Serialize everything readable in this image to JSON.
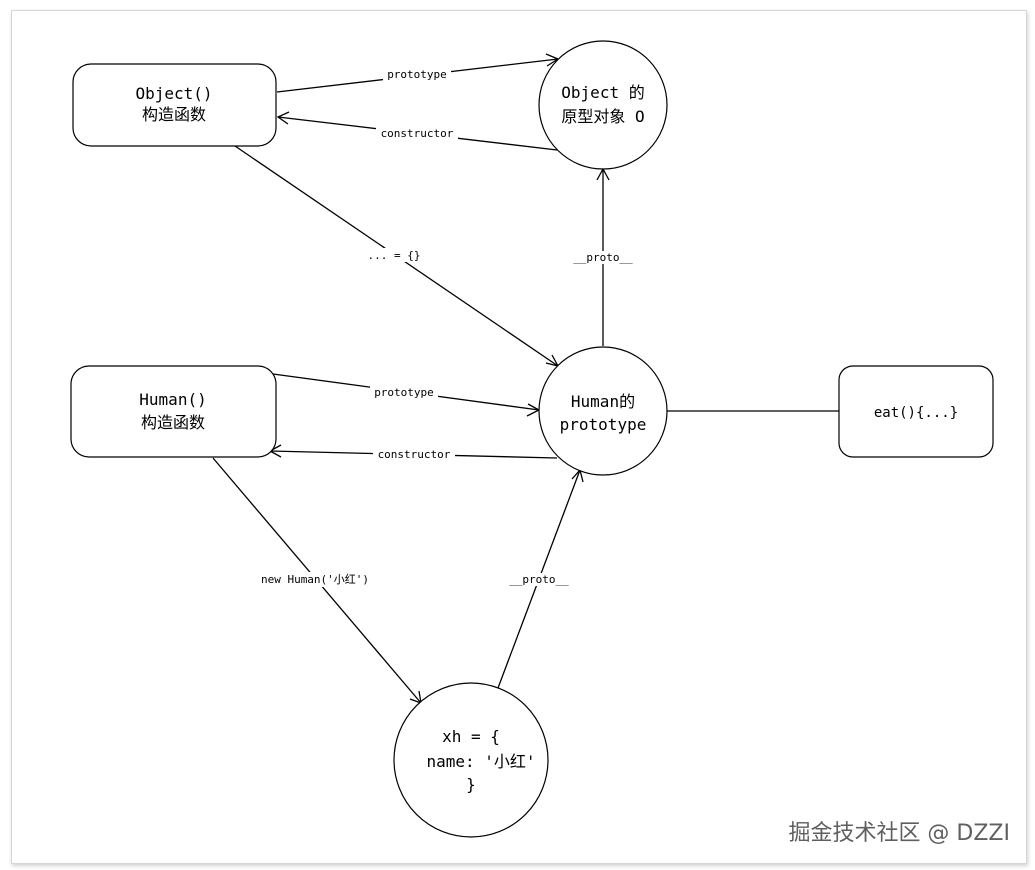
{
  "nodes": {
    "object_ctor": {
      "line1": "Object()",
      "line2": "构造函数"
    },
    "object_proto": {
      "line1": "Object 的",
      "line2": "原型对象 O"
    },
    "human_ctor": {
      "line1": "Human()",
      "line2": "构造函数"
    },
    "human_proto": {
      "line1": "Human的",
      "line2": "prototype"
    },
    "eat": {
      "line1": "eat(){...}"
    },
    "xh": {
      "line1": "xh = {",
      "line2": "name: '小红'",
      "line3": "}"
    }
  },
  "edges": {
    "obj_prototype": "prototype",
    "obj_constructor": "constructor",
    "human_proto_to_object_proto": "__proto__",
    "obj_literal": "... = {}",
    "human_prototype": "prototype",
    "human_constructor": "constructor",
    "new_human": "new Human('小红')",
    "xh_proto": "__proto__"
  },
  "watermark": "掘金技术社区 @ DZZI"
}
